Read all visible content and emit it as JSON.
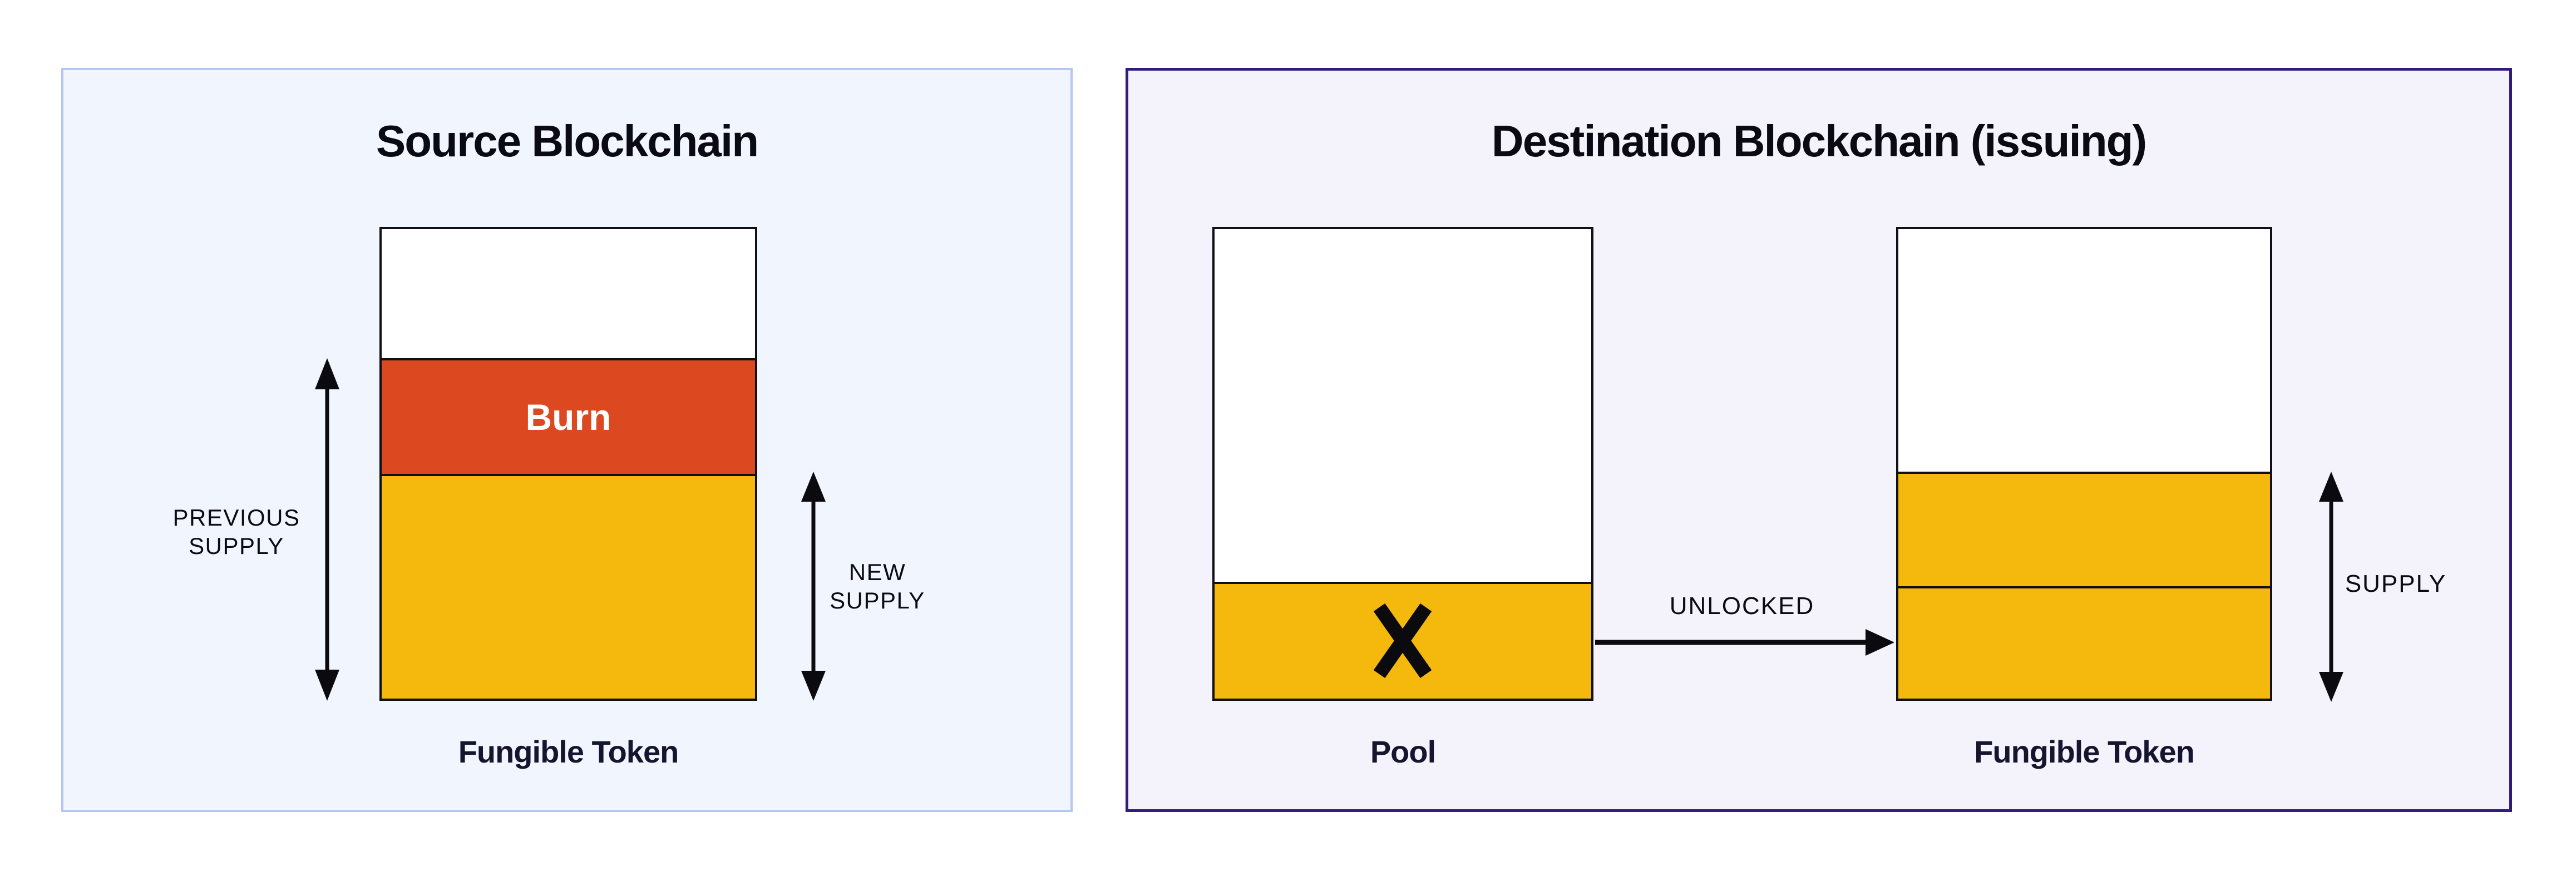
{
  "colors": {
    "page_bg": "#ffffff",
    "token_yellow": "#F5B80C",
    "burn_orange": "#DC481F",
    "bar_border": "#101018",
    "left_panel_bg": "#F1F5FD",
    "left_panel_border": "#B5C7F2",
    "right_panel_bg": "#F4F2FB",
    "right_panel_border": "#331B7E",
    "title_text": "#0A0A12",
    "caps_text": "#0B0B12",
    "caption_text": "#15152F",
    "burn_label_text": "#ffffff",
    "arrow_black": "#0B0B0F"
  },
  "left_panel": {
    "title": "Source Blockchain",
    "burn_label": "Burn",
    "bar_caption": "Fungible Token",
    "previous_supply": {
      "line1": "PREVIOUS",
      "line2": "SUPPLY"
    },
    "new_supply": {
      "line1": "NEW",
      "line2": "SUPPLY"
    }
  },
  "right_panel": {
    "title": "Destination Blockchain (issuing)",
    "pool_caption": "Pool",
    "token_caption": "Fungible Token",
    "unlocked_label": "UNLOCKED",
    "supply_label": "SUPPLY"
  }
}
